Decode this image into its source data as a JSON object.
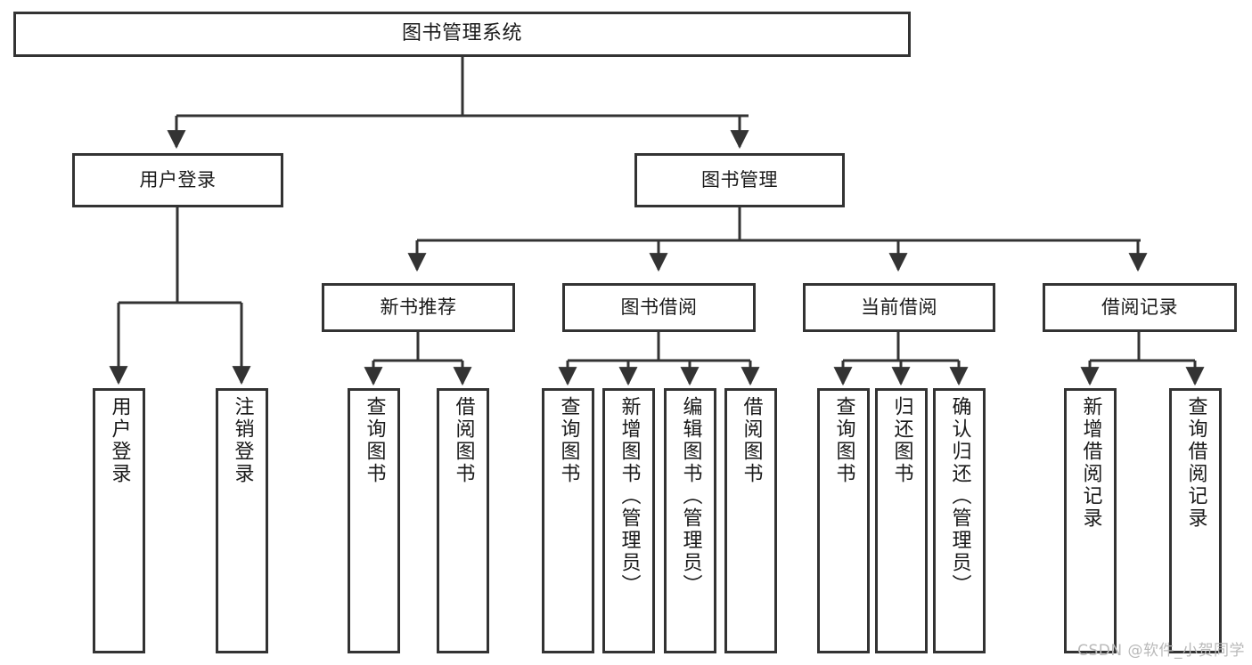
{
  "diagram": {
    "type": "tree",
    "title": "图书管理系统",
    "root": {
      "id": "root",
      "label": "图书管理系统"
    },
    "level2": [
      {
        "id": "user-login",
        "label": "用户登录"
      },
      {
        "id": "book-manage",
        "label": "图书管理"
      }
    ],
    "level3": [
      {
        "id": "new-book-recommend",
        "label": "新书推荐",
        "parent": "book-manage"
      },
      {
        "id": "book-borrow",
        "label": "图书借阅",
        "parent": "book-manage"
      },
      {
        "id": "current-borrow",
        "label": "当前借阅",
        "parent": "book-manage"
      },
      {
        "id": "borrow-record",
        "label": "借阅记录",
        "parent": "book-manage"
      }
    ],
    "leaves": [
      {
        "id": "leaf-user-login",
        "label": "用户登录",
        "parent": "user-login"
      },
      {
        "id": "leaf-logout-login",
        "label": "注销登录",
        "parent": "user-login"
      },
      {
        "id": "leaf-query-book-1",
        "label": "查询图书",
        "parent": "new-book-recommend"
      },
      {
        "id": "leaf-borrow-book-1",
        "label": "借阅图书",
        "parent": "new-book-recommend"
      },
      {
        "id": "leaf-query-book-2",
        "label": "查询图书",
        "parent": "book-borrow"
      },
      {
        "id": "leaf-add-book",
        "label": "新增图书（管理员）",
        "parent": "book-borrow"
      },
      {
        "id": "leaf-edit-book",
        "label": "编辑图书（管理员）",
        "parent": "book-borrow"
      },
      {
        "id": "leaf-borrow-book-2",
        "label": "借阅图书",
        "parent": "book-borrow"
      },
      {
        "id": "leaf-query-book-3",
        "label": "查询图书",
        "parent": "current-borrow"
      },
      {
        "id": "leaf-return-book",
        "label": "归还图书",
        "parent": "current-borrow"
      },
      {
        "id": "leaf-confirm-return",
        "label": "确认归还（管理员）",
        "parent": "current-borrow"
      },
      {
        "id": "leaf-add-record",
        "label": "新增借阅记录",
        "parent": "borrow-record"
      },
      {
        "id": "leaf-query-record",
        "label": "查询借阅记录",
        "parent": "borrow-record"
      }
    ],
    "colors": {
      "stroke": "#333333",
      "fill": "#ffffff",
      "text": "#1a1a1a",
      "watermark": "#b9b9b9"
    }
  },
  "watermark": {
    "text": "CSDN @软件_小贺同学"
  }
}
